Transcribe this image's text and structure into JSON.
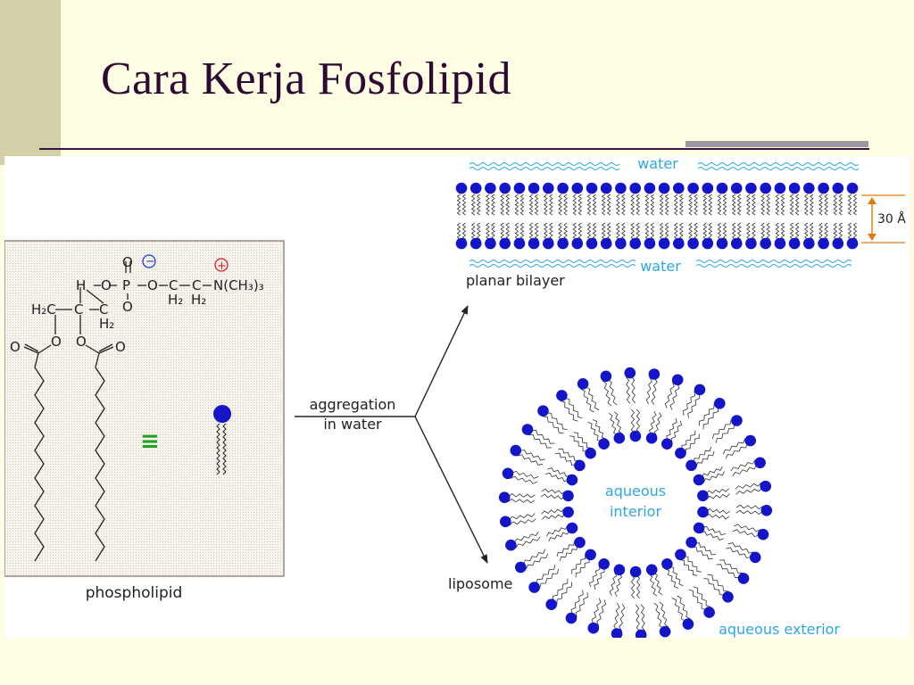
{
  "slide": {
    "title": "Cara Kerja Fosfolipid"
  },
  "diagram": {
    "phospholipid_label": "phospholipid",
    "structure": {
      "carbonyl_o_upper": "O",
      "phosphate_p": "P",
      "ester_o": "O",
      "carbon_c": "C",
      "methylene_h2": "H₂",
      "hydrogen_h": "H",
      "h2c_group": "H₂C",
      "amine_group": "N(CH₃)₃",
      "phosphate_charge": "−",
      "amine_charge": "+",
      "equivalence": "≡"
    },
    "aggregation_line1": "aggregation",
    "aggregation_line2": "in water",
    "water_top": "water",
    "water_bottom": "water",
    "thickness": "30 Å",
    "planar_bilayer_label": "planar bilayer",
    "liposome_label": "liposome",
    "aqueous_interior_line1": "aqueous",
    "aqueous_interior_line2": "interior",
    "aqueous_exterior": "aqueous exterior"
  },
  "colors": {
    "title": "#2e0a33",
    "head_blue": "#1414c8",
    "water_text": "#2ea7e0",
    "charge_negative": "#1a3ad8",
    "charge_positive": "#d42020",
    "equivalence_green": "#1fa31f",
    "thickness_arrow": "#e07a10"
  }
}
